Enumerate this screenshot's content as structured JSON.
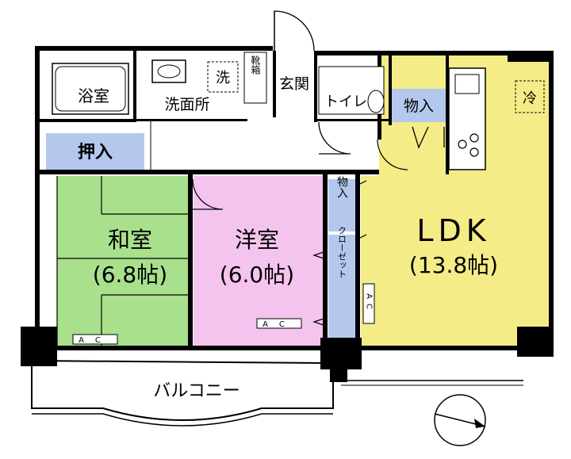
{
  "rooms": {
    "bath": "浴室",
    "washroom": "洗面所",
    "washer": "洗",
    "shoe_box": "靴箱",
    "entrance": "玄関",
    "toilet": "トイレ",
    "storage_top": "物入",
    "fridge": "冷",
    "closet_oshiire": "押入",
    "washitsu": "和室",
    "washitsu_size": "(6.8帖)",
    "yoshitsu": "洋室",
    "yoshitsu_size": "(6.0帖)",
    "storage_side": "物入",
    "closet": "クローゼット",
    "ldk": "LDK",
    "ldk_size": "(13.8帖)",
    "balcony": "バルコニー"
  },
  "ac_labels": {
    "washitsu": "AC",
    "yoshitsu": "AC",
    "ldk": "AC"
  },
  "colors": {
    "washitsu": "#a8e08c",
    "yoshitsu": "#f4c4ef",
    "ldk": "#f4ec86",
    "storage": "#b4c8ee",
    "wall": "#000000"
  }
}
